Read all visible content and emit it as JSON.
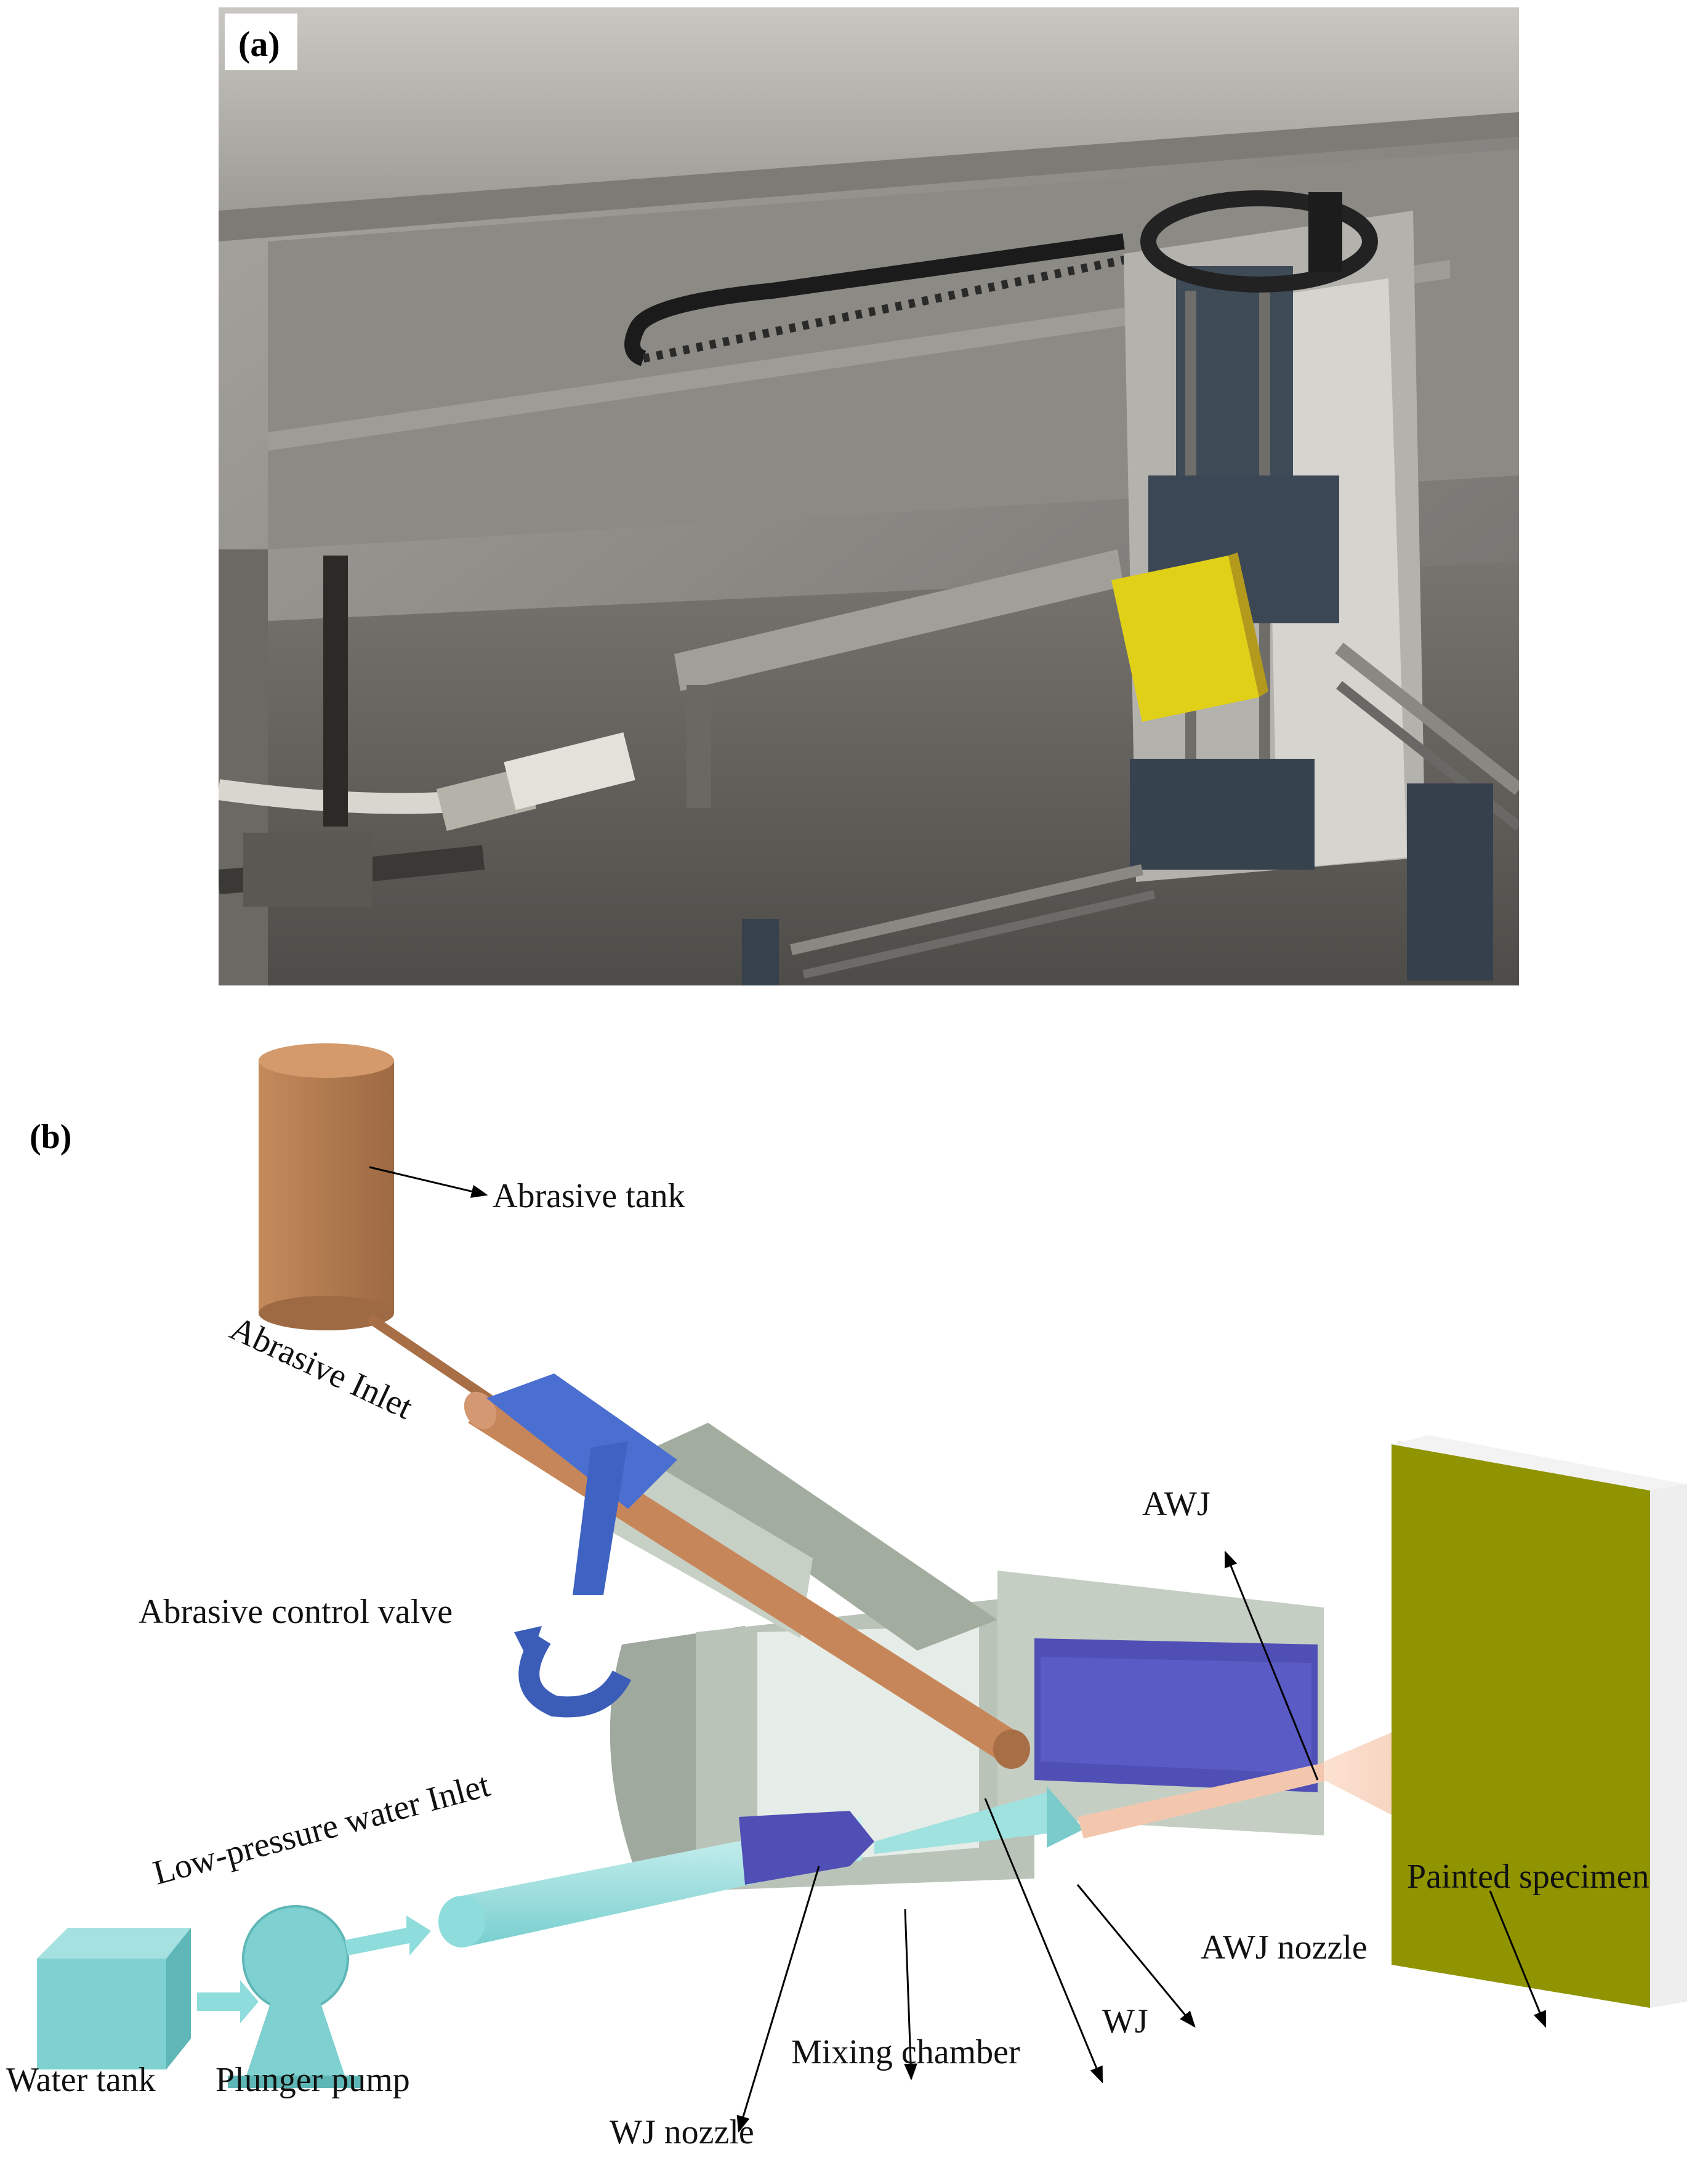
{
  "panel_a": {
    "label": "(a)"
  },
  "panel_b": {
    "label": "(b)",
    "callouts": {
      "abrasive_tank": "Abrasive tank",
      "abrasive_inlet": "Abrasive Inlet",
      "abrasive_control_valve": "Abrasive control valve",
      "awj": "AWJ",
      "painted_specimen": "Painted specimen",
      "low_pressure_water_inlet": "Low-pressure water Inlet",
      "awj_nozzle": "AWJ nozzle",
      "wj": "WJ",
      "mixing_chamber": "Mixing chamber",
      "water_tank": "Water tank",
      "plunger_pump": "Plunger pump",
      "wj_nozzle": "WJ nozzle"
    }
  },
  "colors": {
    "abrasive": "#b9825a",
    "valve_blue": "#4a6fd0",
    "nozzle_purple": "#5a5bc4",
    "water_cyan": "#8fdcdc",
    "housing_gray": "#b9c3b8",
    "specimen_olive": "#8f9400",
    "jet_peach": "#f4c6ac"
  }
}
